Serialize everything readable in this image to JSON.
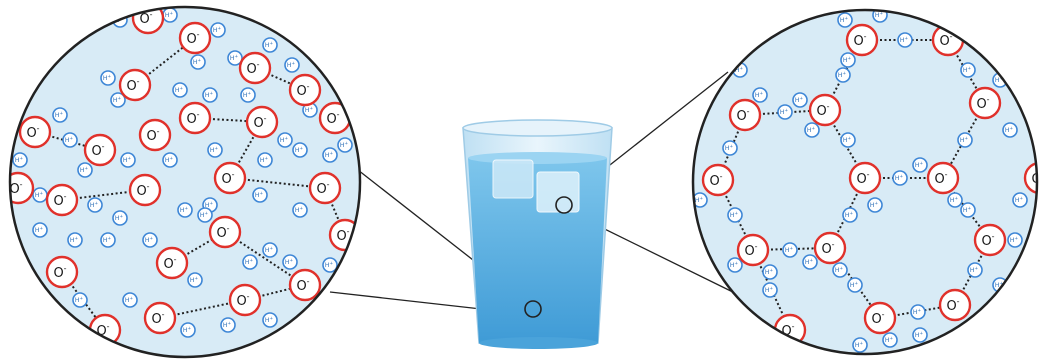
{
  "diagram": {
    "oxygen_symbol": "O",
    "oxygen_charge": "-",
    "hydrogen_symbol": "H",
    "hydrogen_charge": "+",
    "colors": {
      "oxygen_ring": "#e0312b",
      "hydrogen_ring": "#3d86d6",
      "bond_line": "#222222",
      "callout_line": "#222222",
      "circle_fill": "#d8ebf6",
      "water": "#5fb3e2",
      "glass": "#cfe7f5"
    },
    "left_panel": {
      "label": "liquid-water-structure"
    },
    "center": {
      "label": "glass-of-water-with-ice"
    },
    "right_panel": {
      "label": "ice-hexagonal-lattice"
    }
  }
}
